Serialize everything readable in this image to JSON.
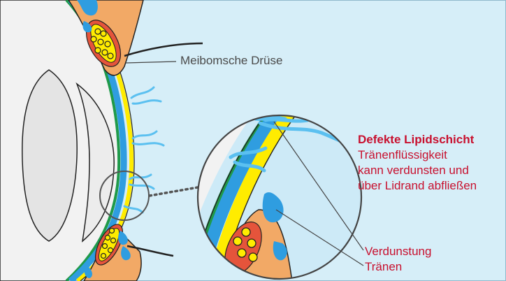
{
  "labels": {
    "gland": "Meibomsche Drüse",
    "defect_title": "Defekte Lipidschicht",
    "defect_line1": "Tränenflüssigkeit",
    "defect_line2": "kann verdunsten und",
    "defect_line3": "über Lidrand abfließen",
    "evaporation": "Verdunstung",
    "tears": "Tränen"
  },
  "colors": {
    "background": "#d6eef8",
    "lid_skin": "#f2a966",
    "tear_film": "#2f9de0",
    "lipid_layer": "#ffec00",
    "cornea_edge": "#1f9a4a",
    "eye_white": "#f2f2f2",
    "label_red": "#c8102e",
    "label_gray": "#4a4a4a"
  }
}
